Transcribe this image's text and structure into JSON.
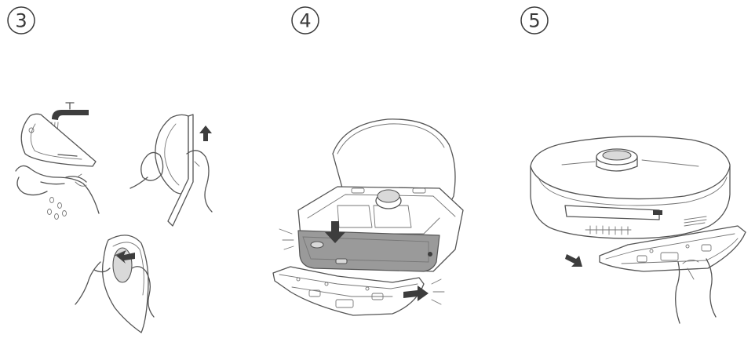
{
  "steps": [
    {
      "number": "3",
      "glyph": "③"
    },
    {
      "number": "4",
      "glyph": "④"
    },
    {
      "number": "5",
      "glyph": "⑤"
    }
  ],
  "colors": {
    "line": "#555555",
    "arrow": "#3d3d3d",
    "highlight": "#9a9a9a",
    "background": "#ffffff"
  },
  "icons": [
    "faucet-icon",
    "water-drops-icon",
    "move-up-arrow-icon",
    "press-down-arrow-icon",
    "slide-in-arrow-icon",
    "pull-out-arrow-icon"
  ]
}
